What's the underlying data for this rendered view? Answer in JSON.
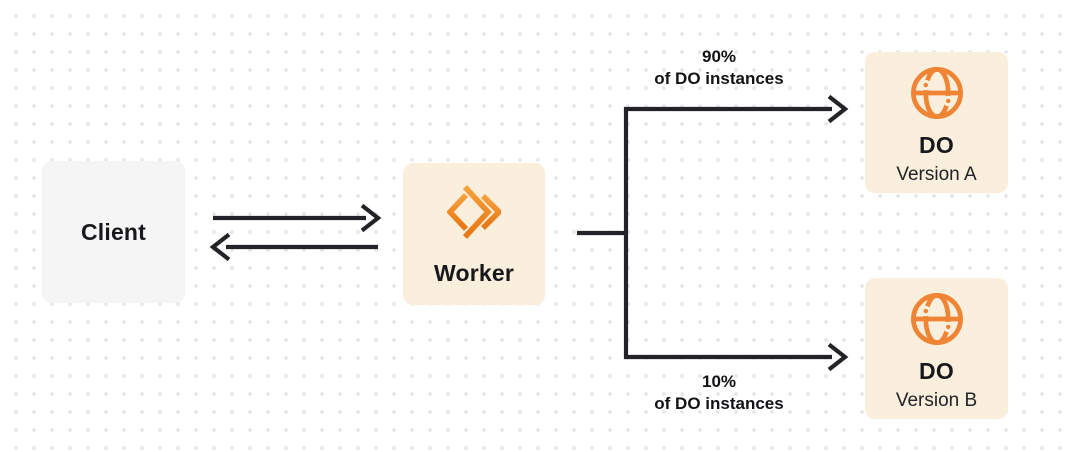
{
  "nodes": {
    "client": {
      "label": "Client"
    },
    "worker": {
      "label": "Worker",
      "icon": "cloudflare-workers-icon"
    },
    "do_version_a": {
      "title": "DO",
      "subtitle": "Version A",
      "icon": "durable-object-globe-icon"
    },
    "do_version_b": {
      "title": "DO",
      "subtitle": "Version B",
      "icon": "durable-object-globe-icon"
    }
  },
  "branches": {
    "top": {
      "percent": "90%",
      "caption": "of DO instances"
    },
    "bottom": {
      "percent": "10%",
      "caption": "of DO instances"
    }
  },
  "colors": {
    "orange": "#ee8434",
    "orange_gradient_light": "#f6a03c",
    "orange_gradient_dark": "#e67714",
    "node_cream_bg": "#faefdc",
    "node_gray_bg": "#f5f5f6",
    "connector_line": "#222326",
    "text": "#17181b",
    "grid_dot": "#e4e4e7",
    "background": "#ffffff"
  }
}
